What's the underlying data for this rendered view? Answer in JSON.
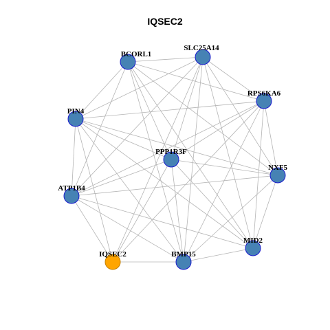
{
  "title": "IQSEC2",
  "colors": {
    "node_fill": "#4682B4",
    "node_stroke": "#1a1acd",
    "highlight_fill": "#FFA500",
    "highlight_stroke": "#c47f00",
    "edge": "#b4b4b4"
  },
  "nodes": [
    {
      "id": "BCORL1",
      "label": "BCORL1",
      "highlight": false
    },
    {
      "id": "SLC25A14",
      "label": "SLC25A14",
      "highlight": false
    },
    {
      "id": "RPS6KA6",
      "label": "RPS6KA6",
      "highlight": false
    },
    {
      "id": "PIN4",
      "label": "PIN4",
      "highlight": false
    },
    {
      "id": "PPP1R3F",
      "label": "PPP1R3F",
      "highlight": false
    },
    {
      "id": "NXF5",
      "label": "NXF5",
      "highlight": false
    },
    {
      "id": "ATP1B4",
      "label": "ATP1B4",
      "highlight": false
    },
    {
      "id": "MID2",
      "label": "MID2",
      "highlight": false
    },
    {
      "id": "IQSEC2",
      "label": "IQSEC2",
      "highlight": true
    },
    {
      "id": "BMP15",
      "label": "BMP15",
      "highlight": false
    }
  ],
  "edges": [
    [
      "BCORL1",
      "SLC25A14"
    ],
    [
      "BCORL1",
      "RPS6KA6"
    ],
    [
      "BCORL1",
      "PIN4"
    ],
    [
      "BCORL1",
      "PPP1R3F"
    ],
    [
      "BCORL1",
      "NXF5"
    ],
    [
      "BCORL1",
      "ATP1B4"
    ],
    [
      "BCORL1",
      "MID2"
    ],
    [
      "BCORL1",
      "BMP15"
    ],
    [
      "SLC25A14",
      "RPS6KA6"
    ],
    [
      "SLC25A14",
      "PIN4"
    ],
    [
      "SLC25A14",
      "PPP1R3F"
    ],
    [
      "SLC25A14",
      "NXF5"
    ],
    [
      "SLC25A14",
      "ATP1B4"
    ],
    [
      "SLC25A14",
      "MID2"
    ],
    [
      "SLC25A14",
      "IQSEC2"
    ],
    [
      "SLC25A14",
      "BMP15"
    ],
    [
      "RPS6KA6",
      "PIN4"
    ],
    [
      "RPS6KA6",
      "PPP1R3F"
    ],
    [
      "RPS6KA6",
      "NXF5"
    ],
    [
      "RPS6KA6",
      "ATP1B4"
    ],
    [
      "RPS6KA6",
      "MID2"
    ],
    [
      "RPS6KA6",
      "IQSEC2"
    ],
    [
      "RPS6KA6",
      "BMP15"
    ],
    [
      "PIN4",
      "PPP1R3F"
    ],
    [
      "PIN4",
      "NXF5"
    ],
    [
      "PIN4",
      "ATP1B4"
    ],
    [
      "PIN4",
      "MID2"
    ],
    [
      "PIN4",
      "IQSEC2"
    ],
    [
      "PIN4",
      "BMP15"
    ],
    [
      "PPP1R3F",
      "NXF5"
    ],
    [
      "PPP1R3F",
      "ATP1B4"
    ],
    [
      "PPP1R3F",
      "MID2"
    ],
    [
      "PPP1R3F",
      "IQSEC2"
    ],
    [
      "PPP1R3F",
      "BMP15"
    ],
    [
      "NXF5",
      "ATP1B4"
    ],
    [
      "NXF5",
      "MID2"
    ],
    [
      "NXF5",
      "BMP15"
    ],
    [
      "ATP1B4",
      "MID2"
    ],
    [
      "ATP1B4",
      "IQSEC2"
    ],
    [
      "ATP1B4",
      "BMP15"
    ],
    [
      "MID2",
      "BMP15"
    ],
    [
      "IQSEC2",
      "BMP15"
    ]
  ]
}
